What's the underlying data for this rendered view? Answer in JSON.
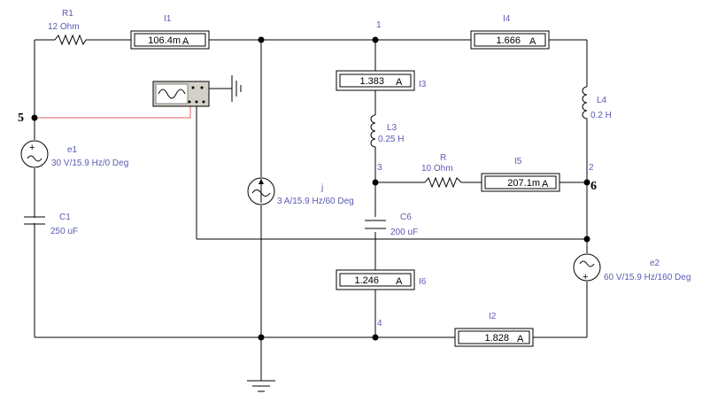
{
  "components": {
    "R1": {
      "name": "R1",
      "value": "12  Ohm"
    },
    "R": {
      "name": "R",
      "value": "10  Ohm"
    },
    "L3": {
      "name": "L3",
      "value": "0.25 H"
    },
    "L4": {
      "name": "L4",
      "value": "0.2 H"
    },
    "C1": {
      "name": "C1",
      "value": "250 uF"
    },
    "C6": {
      "name": "C6",
      "value": "200 uF"
    },
    "e1": {
      "name": "e1",
      "value": "30 V/15.9 Hz/0 Deg"
    },
    "e2": {
      "name": "e2",
      "value": "60 V/15.9 Hz/160 Deg"
    },
    "j": {
      "name": "j",
      "value": "3 A/15.9 Hz/60 Deg"
    }
  },
  "meters": {
    "I1": {
      "name": "I1",
      "reading": "106.4m",
      "unit": "A"
    },
    "I2": {
      "name": "I2",
      "reading": "1.828",
      "unit": "A"
    },
    "I3": {
      "name": "I3",
      "reading": "1.383",
      "unit": "A"
    },
    "I4": {
      "name": "I4",
      "reading": "1.666",
      "unit": "A"
    },
    "I5": {
      "name": "I5",
      "reading": "207.1m",
      "unit": "A"
    },
    "I6": {
      "name": "I6",
      "reading": "1.246",
      "unit": "A"
    }
  },
  "nodes": {
    "n1": "1",
    "n2": "2",
    "n3": "3",
    "n4": "4",
    "n5": "5",
    "n6": "6"
  },
  "colors": {
    "wire": "#000000",
    "label": "#5a5ab4",
    "probe_wire": "#e06060"
  }
}
